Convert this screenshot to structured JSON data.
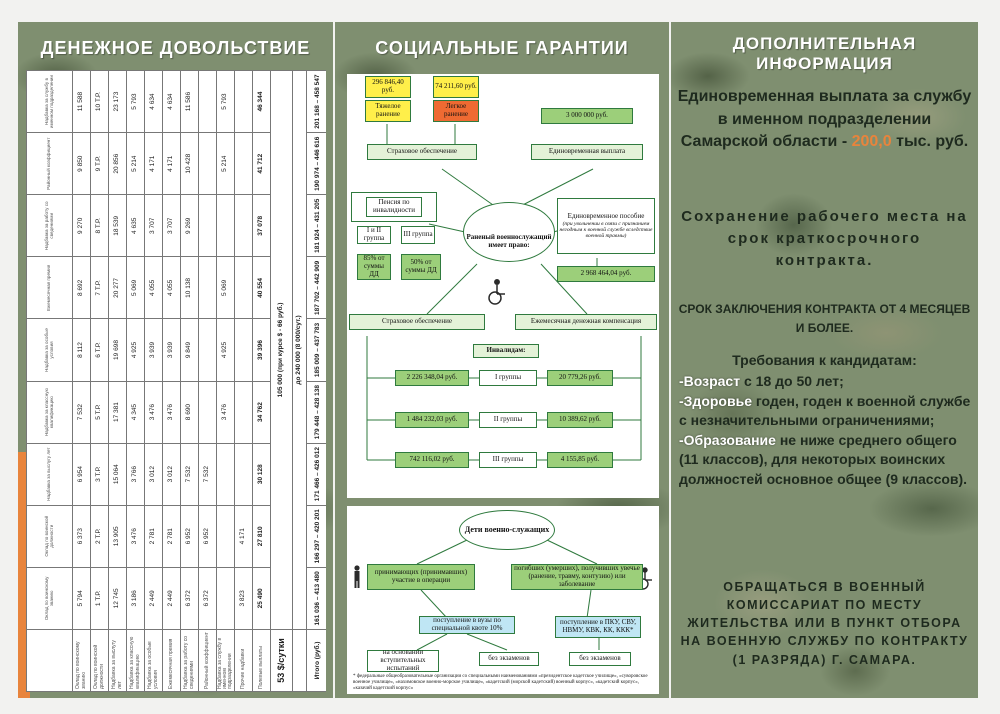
{
  "left": {
    "title": "ДЕНЕЖНОЕ ДОВОЛЬСТВИЕ",
    "table": {
      "header_cells": [
        "Оклад по воинскому званию",
        "Оклад по воинской должности",
        "Надбавка за выслугу лет",
        "Надбавка за классную квалификацию",
        "Надбавка за особые условия",
        "Ежемесячная премия",
        "Надбавка за работу со сведениями",
        "Районный коэффициент",
        "Надбавка за службу в именном подразделении",
        "Прочие надбавки",
        "Полевые выплаты",
        "Итого"
      ],
      "rows": [
        {
          "label": "",
          "cells": [
            "5 794",
            "6 373",
            "6 954",
            "7 532",
            "8 112",
            "8 692",
            "9 270",
            "9 850",
            "11 588"
          ]
        },
        {
          "label": "",
          "cells": [
            "1 Т.Р.",
            "2 Т.Р.",
            "3 Т.Р.",
            "5 Т.Р.",
            "6 Т.Р.",
            "7 Т.Р.",
            "8 Т.Р.",
            "9 Т.Р.",
            "10 Т.Р."
          ]
        },
        {
          "label": "",
          "cells": [
            "12 745",
            "13 905",
            "15 064",
            "17 381",
            "19 698",
            "20 277",
            "18 539",
            "20 856",
            "23 173"
          ]
        },
        {
          "label": "",
          "cells": [
            "3 186",
            "3 476",
            "3 766",
            "4 345",
            "4 925",
            "5 069",
            "4 635",
            "5 214",
            "5 793"
          ]
        },
        {
          "label": "",
          "cells": [
            "2 449",
            "2 781",
            "3 012",
            "3 476",
            "3 939",
            "4 055",
            "3 707",
            "4 171",
            "4 634"
          ]
        },
        {
          "label": "",
          "cells": [
            "2 449",
            "2 781",
            "3 012",
            "3 476",
            "3 939",
            "4 055",
            "3 707",
            "4 171",
            "4 634"
          ]
        },
        {
          "label": "",
          "cells": [
            "6 372",
            "6 952",
            "7 532",
            "8 690",
            "9 849",
            "10 138",
            "9 269",
            "10 428",
            "11 586"
          ]
        },
        {
          "label": "",
          "cells": [
            "6 372",
            "6 952",
            "7 532",
            "",
            "",
            "",
            "",
            "",
            ""
          ]
        },
        {
          "label": "",
          "cells": [
            "",
            "",
            "",
            "3 476",
            "4 925",
            "5 069",
            "",
            "5 214",
            "5 793"
          ]
        },
        {
          "label": "",
          "cells": [
            "3 823",
            "4 171",
            "",
            "",
            "",
            "",
            "",
            "",
            ""
          ]
        },
        {
          "label": "",
          "cells": [
            "25 490",
            "27 810",
            "30 128",
            "34 762",
            "39 396",
            "40 554",
            "37 078",
            "41 712",
            "46 344"
          ]
        }
      ],
      "rate_left": "53 $/сутки",
      "rate_right": "105 000 (при курсе $ - 66 руб.)",
      "total_label": "Итого (руб.)",
      "total_note": "до 240 000 (8 000/сут.)",
      "totals": [
        "161 036 – 413 480",
        "166 297 – 420 201",
        "171 466 – 426 012",
        "179 448 – 428 138",
        "185 009 – 437 783",
        "187 702 – 442 909",
        "181 924 – 431 205",
        "190 974 – 446 616",
        "201 168 – 458 547"
      ]
    }
  },
  "middle": {
    "title": "СОЦИАЛЬНЫЕ ГАРАНТИИ",
    "top": {
      "heavy_amount": "296 846,40 руб.",
      "heavy_label": "Тяжелое ранение",
      "light_amount": "74 211,60 руб.",
      "light_label": "Легкое ранение",
      "insurance_top": "Страховое обеспечение",
      "lump_payment": "Единовременная выплата",
      "lump_amount": "3 000 000 руб.",
      "pension": "Пенсия по инвалидности",
      "group12": "I и II группа",
      "group3": "III группа",
      "pct85": "85% от суммы ДД",
      "pct50": "50% от суммы ДД",
      "center": "Раненый военнослужащий имеет право:",
      "allowance_title": "Единовременное пособие",
      "allowance_note": "(при увольнении в связи с признанием негодным к военной службе вследствие военной травмы)",
      "allowance_amount": "2 968 464,04 руб.",
      "insurance_bottom": "Страховое обеспечение",
      "monthly": "Ежемесячная денежная компенсация",
      "disabled": "Инвалидам:",
      "g1_left": "2 226 348,04 руб.",
      "g1": "I группы",
      "g1_right": "20 779,26 руб.",
      "g2_left": "1 484 232,03 руб.",
      "g2": "II группы",
      "g2_right": "10 389,62 руб.",
      "g3_left": "742 116,02 руб.",
      "g3": "III группы",
      "g3_right": "4 155,85 руб."
    },
    "bottom": {
      "children": "Дети военно-служащих",
      "left_box": "принимающих (принимавших) участие в операции",
      "right_box": "погибших (умерших), получивших увечье (ранение, травму, контузию) или заболевание",
      "quota": "поступление в вузы по специальной квоте 10%",
      "schools": "поступление в ПКУ, СВУ, НВМУ, КВК, КК, ККК*",
      "entrance": "на основании вступительных испытаний",
      "no_exam1": "без экзаменов",
      "no_exam2": "без экзаменов",
      "footnote": "* федеральные общеобразовательные организации со специальными наименованиями «президентское кадетское училище», «суворовское военное училище», «нахимовское военно-морское училище», «кадетский (морской кадетский) военный корпус», «кадетский корпус», «казачий кадетский корпус»"
    }
  },
  "right": {
    "title": "ДОПОЛНИТЕЛЬНАЯ ИНФОРМАЦИЯ",
    "payment_pre": "Единовременная выплата за службу в именном подразделении Самарской области -",
    "payment_amount": "200,0",
    "payment_post": "тыс. руб.",
    "job": "Сохранение рабочего места на срок краткосрочного контракта.",
    "term": "СРОК ЗАКЛЮЧЕНИЯ КОНТРАКТА ОТ 4 МЕСЯЦЕВ И БОЛЕЕ.",
    "req_title": "Требования к кандидатам:",
    "req_age_pre": "-Возраст",
    "req_age": "с 18 до 50 лет;",
    "req_health_pre": "-Здоровье",
    "req_health": "годен, годен к военной службе с незначительными ограничениями;",
    "req_edu_pre": "-Образование",
    "req_edu": "не ниже среднего общего (11 классов), для некоторых воинских должностей основное общее (9 классов).",
    "contact": "ОБРАЩАТЬСЯ В ВОЕННЫЙ КОМИССАРИАТ ПО МЕСТУ ЖИТЕЛЬСТВА ИЛИ В ПУНКТ ОТБОРА НА ВОЕННУЮ СЛУЖБУ ПО КОНТРАКТУ (1 РАЗРЯДА) Г. САМАРА."
  }
}
